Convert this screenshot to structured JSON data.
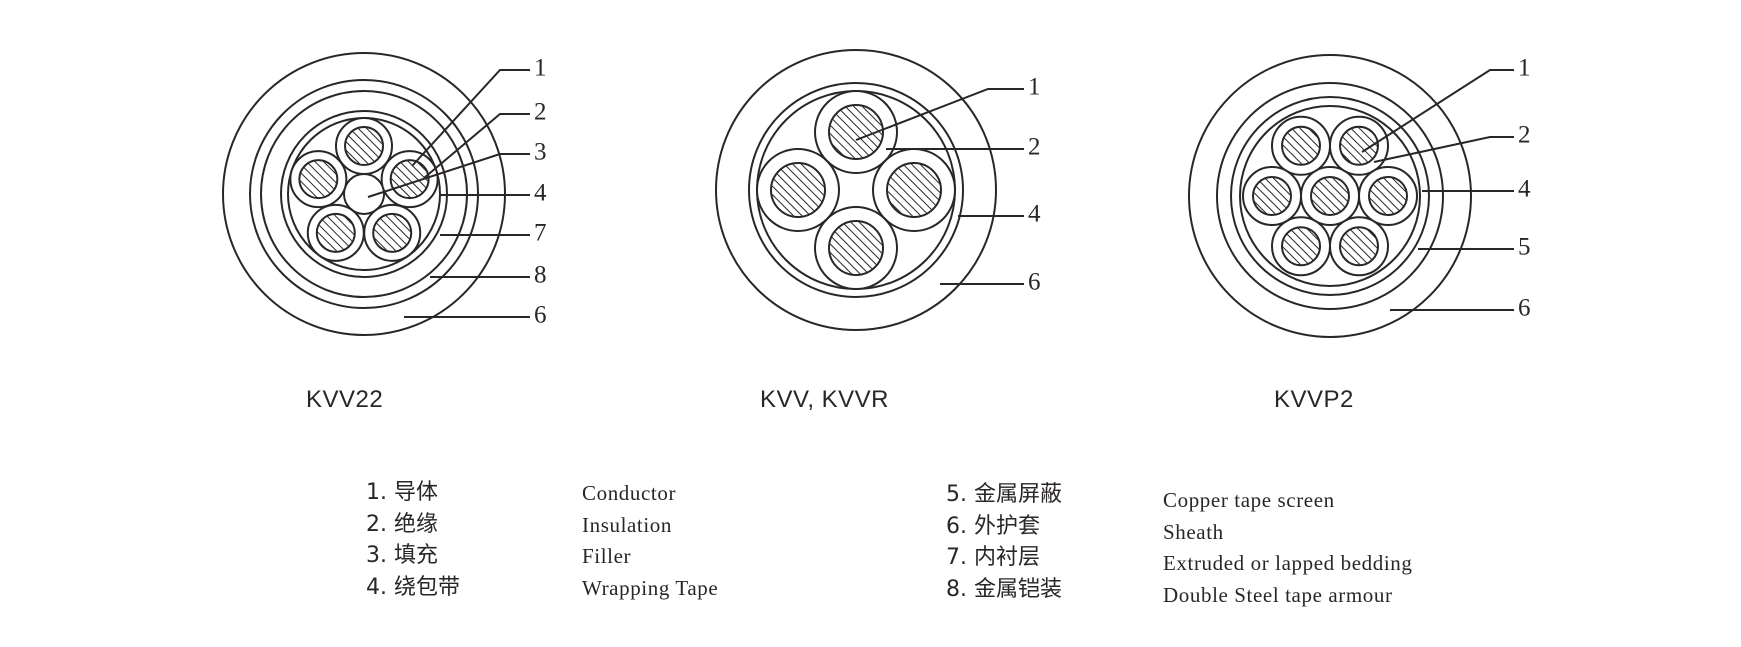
{
  "diagrams": [
    {
      "id": "kvv22",
      "model": "KVV22",
      "cores": 5,
      "has_center_filler": true,
      "callouts": [
        "1",
        "2",
        "3",
        "4",
        "7",
        "8",
        "6"
      ]
    },
    {
      "id": "kvv",
      "model": "KVV, KVVR",
      "cores": 4,
      "has_center_filler": false,
      "callouts": [
        "1",
        "2",
        "4",
        "6"
      ]
    },
    {
      "id": "kvvp2",
      "model": "KVVP2",
      "cores": 7,
      "has_center_filler": false,
      "callouts": [
        "1",
        "2",
        "4",
        "5",
        "6"
      ]
    }
  ],
  "legend": {
    "left": [
      {
        "zh": "1. 导体",
        "en": "Conductor"
      },
      {
        "zh": "2. 绝缘",
        "en": "Insulation"
      },
      {
        "zh": "3. 填充",
        "en": "Filler"
      },
      {
        "zh": "4. 绕包带",
        "en": "Wrapping Tape"
      }
    ],
    "right": [
      {
        "zh": "5. 金属屏蔽",
        "en": "Copper tape screen"
      },
      {
        "zh": "6. 外护套",
        "en": "Sheath"
      },
      {
        "zh": "7. 内衬层",
        "en": "Extruded or lapped bedding"
      },
      {
        "zh": "8. 金属铠装",
        "en": "Double Steel tape armour"
      }
    ]
  },
  "colors": {
    "line": "#2a2626",
    "background": "#ffffff"
  }
}
